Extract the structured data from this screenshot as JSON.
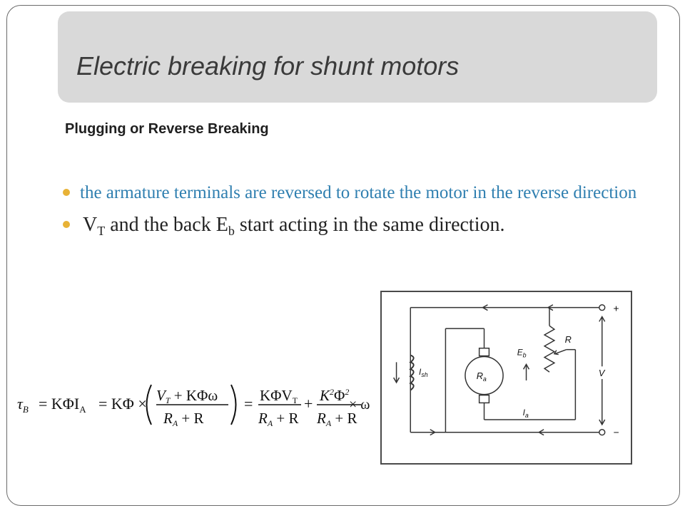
{
  "title": "Electric breaking for shunt motors",
  "subtitle": "Plugging or Reverse Breaking",
  "bullets": {
    "first": "the armature terminals are reversed to rotate the motor in the reverse direction",
    "second_prefix": "V",
    "second_sub_T": "T",
    "second_mid": " and the back E",
    "second_sub_b": "b",
    "second_suffix": " start acting in the same direction."
  },
  "equation": {
    "lhs": "τ",
    "lhs_sub": "B",
    "eq1": "= KΦI",
    "eq1_sub": "A",
    "eq2": "= KΦ ×",
    "frac1_num": "V",
    "frac1_num_sub": "T",
    "frac1_num_rest": " + KΦω",
    "frac1_den": "R",
    "frac1_den_sub": "A",
    "frac1_den_rest": " + R",
    "eq3": "=",
    "frac2_num": "KΦV",
    "frac2_num_sub": "T",
    "frac2_den": "R",
    "frac2_den_sub": "A",
    "frac2_den_rest": " + R",
    "plus": "+",
    "frac3_num": "K",
    "frac3_num_sup": "2",
    "frac3_num_mid": "Φ",
    "frac3_num_sup2": "2",
    "frac3_den": "R",
    "frac3_den_sub": "A",
    "frac3_den_rest": " + R",
    "times_omega": "× ω"
  },
  "circuit": {
    "label_plus": "+",
    "label_minus": "−",
    "label_R": "R",
    "label_V": "V",
    "label_Eb": "E",
    "label_Eb_sub": "b",
    "label_Ra": "R",
    "label_Ra_sub": "a",
    "label_Ish": "I",
    "label_Ish_sub": "sh",
    "label_Ia": "I",
    "label_Ia_sub": "a"
  },
  "colors": {
    "title_bar": "#d9d9d9",
    "title_text": "#3a3a3a",
    "bullet_dot": "#e8b236",
    "bullet1_text": "#2f7fb0",
    "bullet2_text": "#222222"
  }
}
